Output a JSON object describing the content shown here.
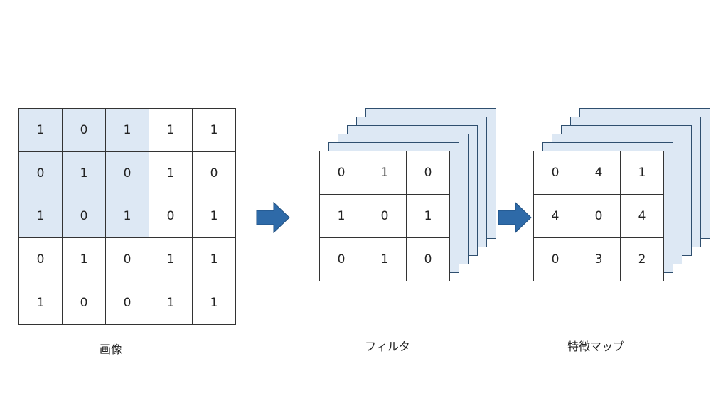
{
  "image": {
    "label": "画像",
    "cells": [
      [
        "1",
        "0",
        "1",
        "1",
        "1"
      ],
      [
        "0",
        "1",
        "0",
        "1",
        "0"
      ],
      [
        "1",
        "0",
        "1",
        "0",
        "1"
      ],
      [
        "0",
        "1",
        "0",
        "1",
        "1"
      ],
      [
        "1",
        "0",
        "0",
        "1",
        "1"
      ]
    ],
    "highlight_region": {
      "rows": 3,
      "cols": 3
    },
    "highlight_color": "#dde8f4"
  },
  "filter": {
    "label": "フィルタ",
    "cells": [
      [
        "0",
        "1",
        "0"
      ],
      [
        "1",
        "0",
        "1"
      ],
      [
        "0",
        "1",
        "0"
      ]
    ],
    "stack_layers": 6
  },
  "feature_map": {
    "label": "特徴マップ",
    "cells": [
      [
        "0",
        "4",
        "1"
      ],
      [
        "4",
        "0",
        "4"
      ],
      [
        "0",
        "3",
        "2"
      ]
    ],
    "stack_layers": 6
  },
  "colors": {
    "arrow": "#2e6aa8",
    "arrow_stroke": "#1f4f80",
    "layer_fill": "#dde8f4",
    "grid_line": "#333333"
  }
}
